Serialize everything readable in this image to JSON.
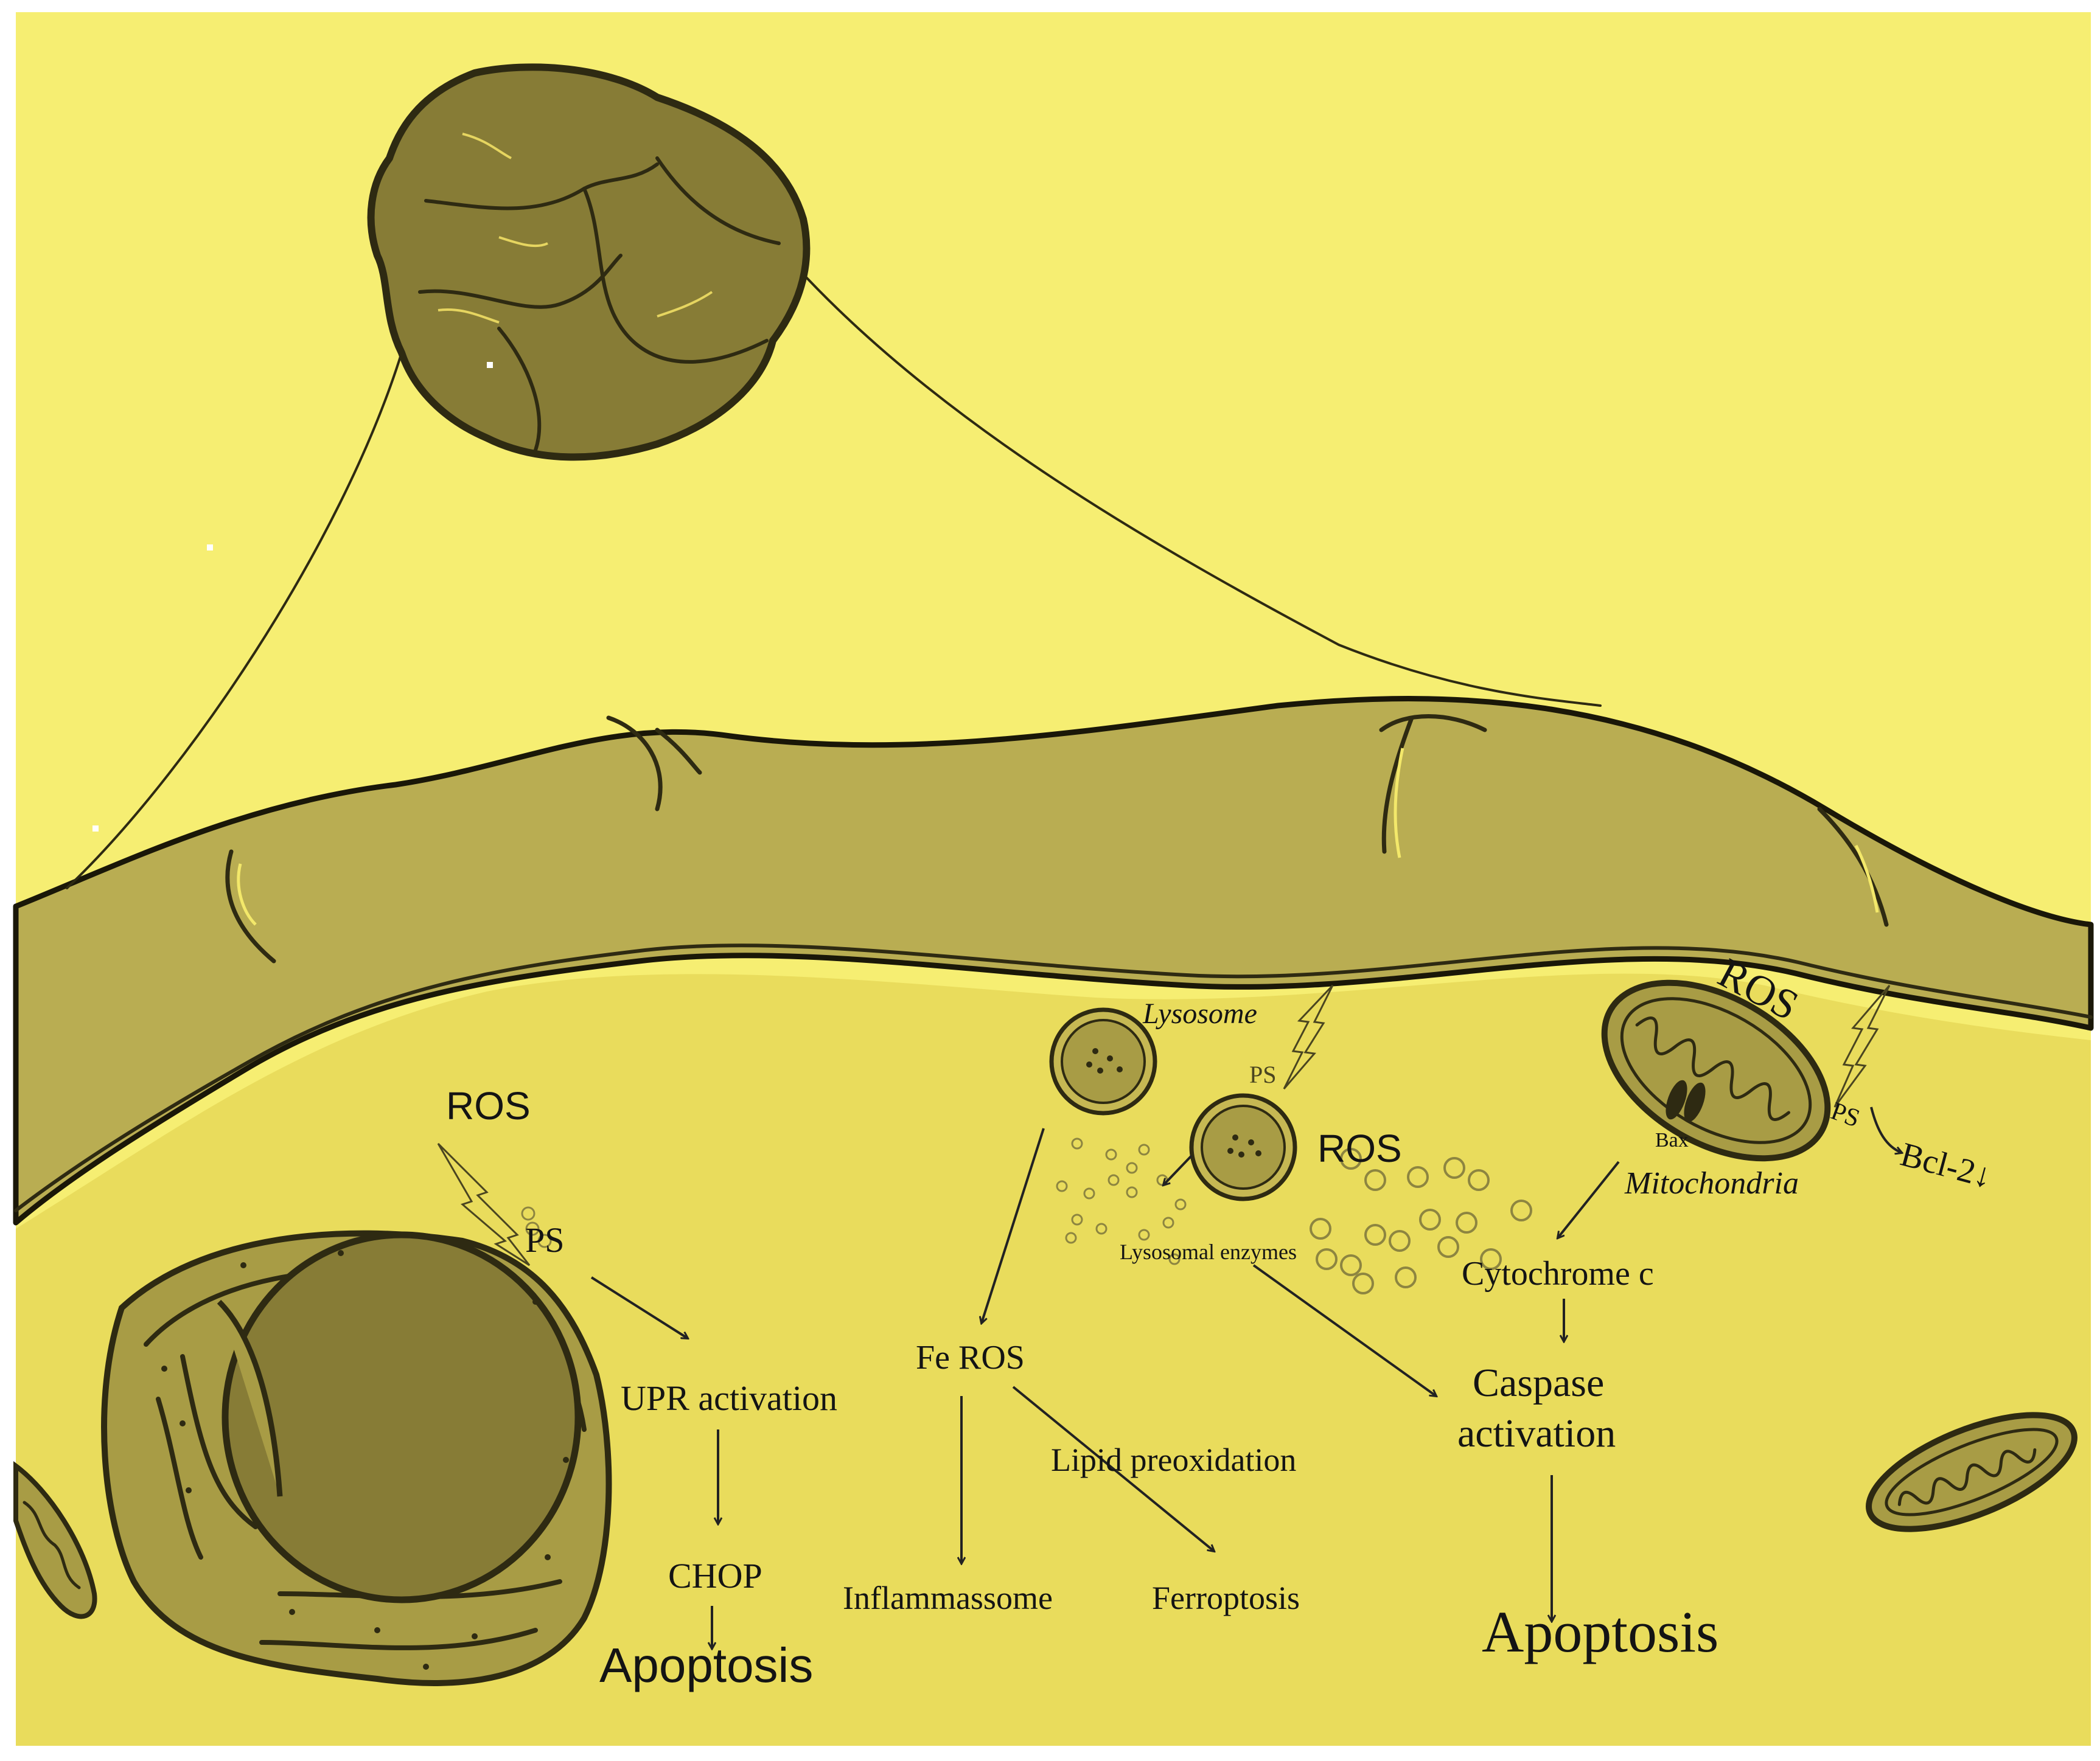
{
  "colors": {
    "background": "#f6ee72",
    "cytoplasm": "#e9dc5c",
    "membrane_fill": "#b9ad52",
    "organelle_fill": "#877c36",
    "organelle_light": "#a89c45",
    "outline": "#2e2a12"
  },
  "labels": {
    "ros_er": "ROS",
    "ps_er": "PS",
    "upr": "UPR activation",
    "chop": "CHOP",
    "apoptosis_er": "Apoptosis",
    "lysosome": "Lysosome",
    "ps_lyso": "PS",
    "ros_lyso": "ROS",
    "lysosomal_enzymes": "Lysosomal enzymes",
    "fe_ros": "Fe ROS",
    "lipid_peroxidation": "Lipid preoxidation",
    "inflammassome": "Inflammassome",
    "ferroptosis": "Ferroptosis",
    "ros_mito": "ROS",
    "ps_mito": "PS",
    "bax": "Bax",
    "mitochondria": "Mitochondria",
    "bcl2": "Bcl-2↓",
    "cytochrome_c": "Cytochrome c",
    "caspase_line1": "Caspase",
    "caspase_line2": "activation",
    "apoptosis_main": "Apoptosis"
  },
  "icons": [
    "lightning-icon",
    "arrow-icon"
  ]
}
